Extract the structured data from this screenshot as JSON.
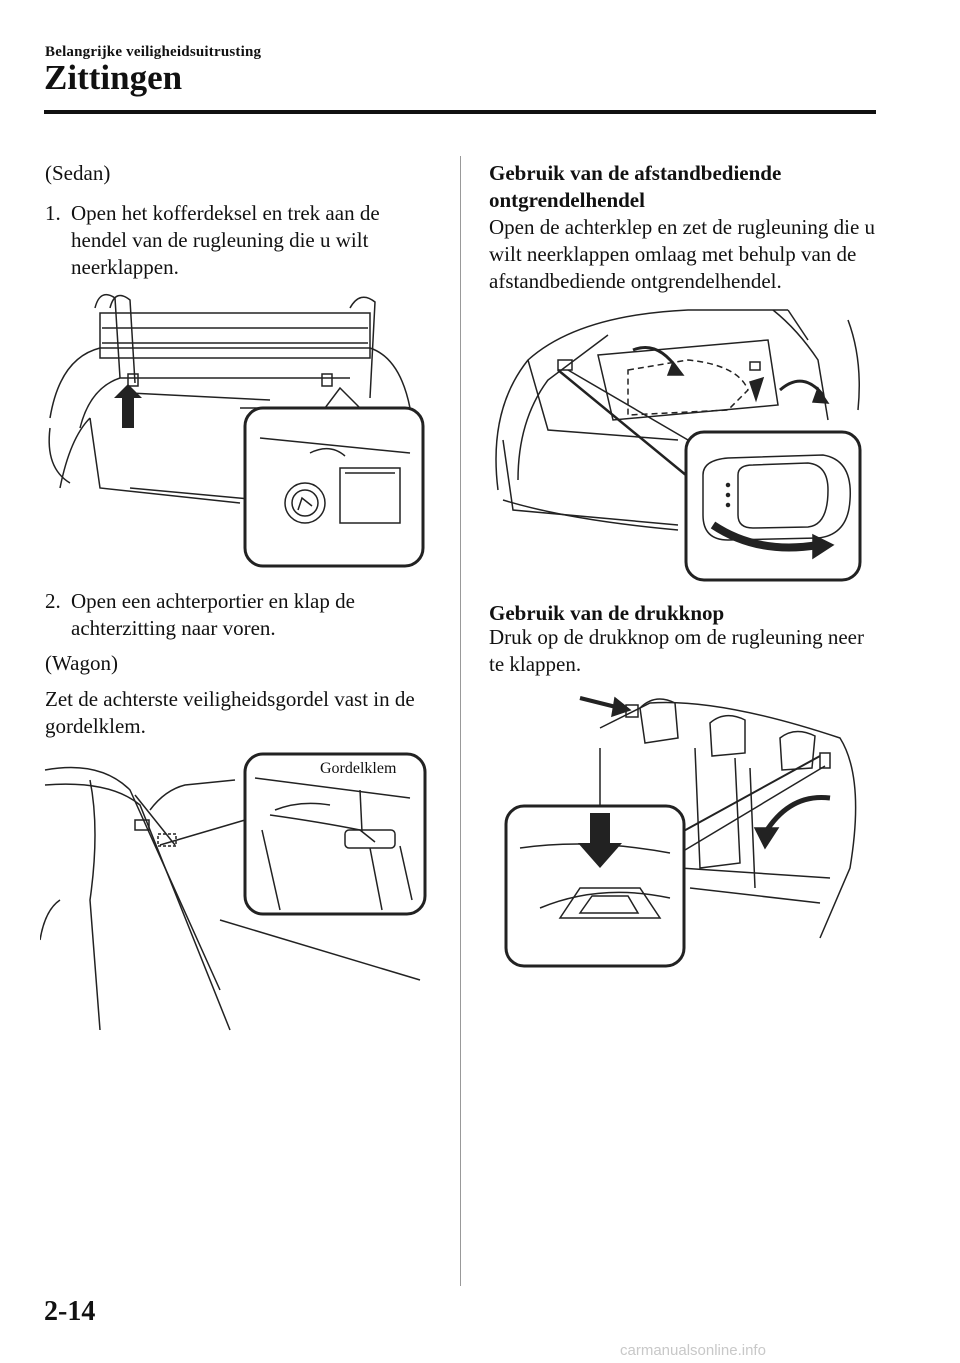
{
  "header": {
    "section": "Belangrijke veiligheidsuitrusting",
    "title": "Zittingen"
  },
  "left": {
    "sedan_heading": "(Sedan)",
    "step1_num": "1.",
    "step1_text": "Open het kofferdeksel en trek aan de hendel van de rugleuning die u wilt neerklappen.",
    "step2_num": "2.",
    "step2_text": "Open een achterportier en klap de achterzitting naar voren.",
    "wagon_heading": "(Wagon)",
    "wagon_text": "Zet de achterste veiligheidsgordel vast in de gordelklem.",
    "gordelklem_label": "Gordelklem"
  },
  "right": {
    "remote_heading": "Gebruik van de afstandbediende ontgrendelhendel",
    "remote_text": "Open de achterklep en zet de rugleuning die u wilt neerklappen omlaag met behulp van de afstandbediende ontgrendelhendel.",
    "button_heading": "Gebruik van de drukknop",
    "button_text": "Druk op de drukknop om de rugleuning neer te klappen."
  },
  "footer": {
    "page_number": "2-14",
    "watermark": "carmanualsonline.info"
  }
}
